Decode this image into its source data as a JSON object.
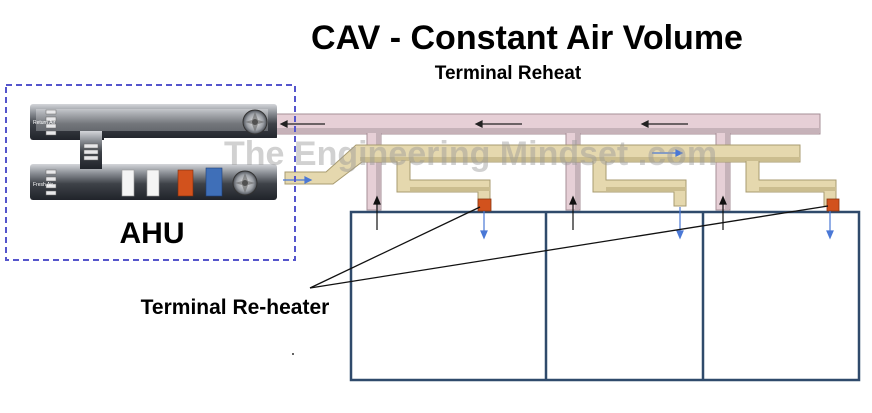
{
  "title": "CAV - Constant Air Volume",
  "subtitle": "Terminal Reheat",
  "ahu_label": "AHU",
  "callout_label": "Terminal Re-heater",
  "watermark": "The Engineering Mindset .com",
  "ahu_inlet_labels": [
    "Return Air",
    "Fresh Air"
  ],
  "colors": {
    "return_duct": "#e6cfd6",
    "supply_duct": "#e5d8ae",
    "room_border": "#2f4a6b",
    "ahu_border": "#5555cc",
    "reheater": "#d2521d",
    "diffuser_arrow": "#4a78d6"
  }
}
